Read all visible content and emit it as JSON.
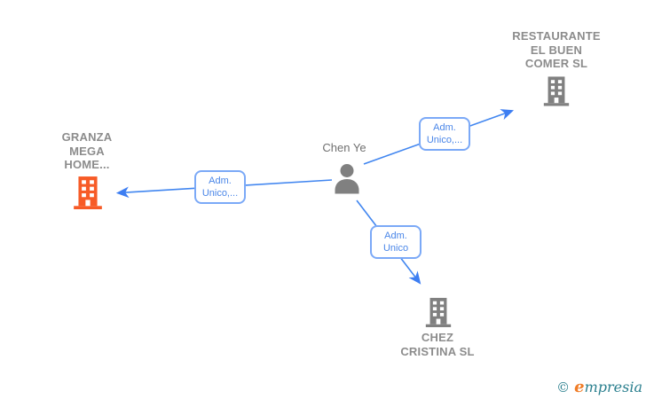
{
  "diagram": {
    "person": {
      "name": "Chen Ye"
    },
    "companies": {
      "granza": {
        "line1": "GRANZA",
        "line2": "MEGA",
        "line3": "HOME..."
      },
      "restaurante": {
        "line1": "RESTAURANTE",
        "line2": "EL BUEN",
        "line3": "COMER SL"
      },
      "chez": {
        "line1": "CHEZ",
        "line2": "CRISTINA SL"
      }
    },
    "edges": {
      "to_granza": {
        "line1": "Adm.",
        "line2": "Unico,..."
      },
      "to_restaurante": {
        "line1": "Adm.",
        "line2": "Unico,..."
      },
      "to_chez": {
        "line1": "Adm.",
        "line2": "Unico"
      }
    }
  },
  "icons": {
    "person": "person-silhouette",
    "company": "building"
  },
  "colors": {
    "edge_blue": "#4186f0",
    "edge_label_border": "#7ba9f7",
    "edge_label_text": "#4a86e8",
    "company_gray": "#808080",
    "company_orange": "#f75b27",
    "label_gray": "#8c8c8c",
    "person_label_gray": "#707070",
    "brand_teal": "#2a7f8e",
    "brand_orange": "#f07c26"
  },
  "watermark": {
    "copyright": "©",
    "brand_first_letter": "e",
    "brand_rest": "mpresia"
  }
}
